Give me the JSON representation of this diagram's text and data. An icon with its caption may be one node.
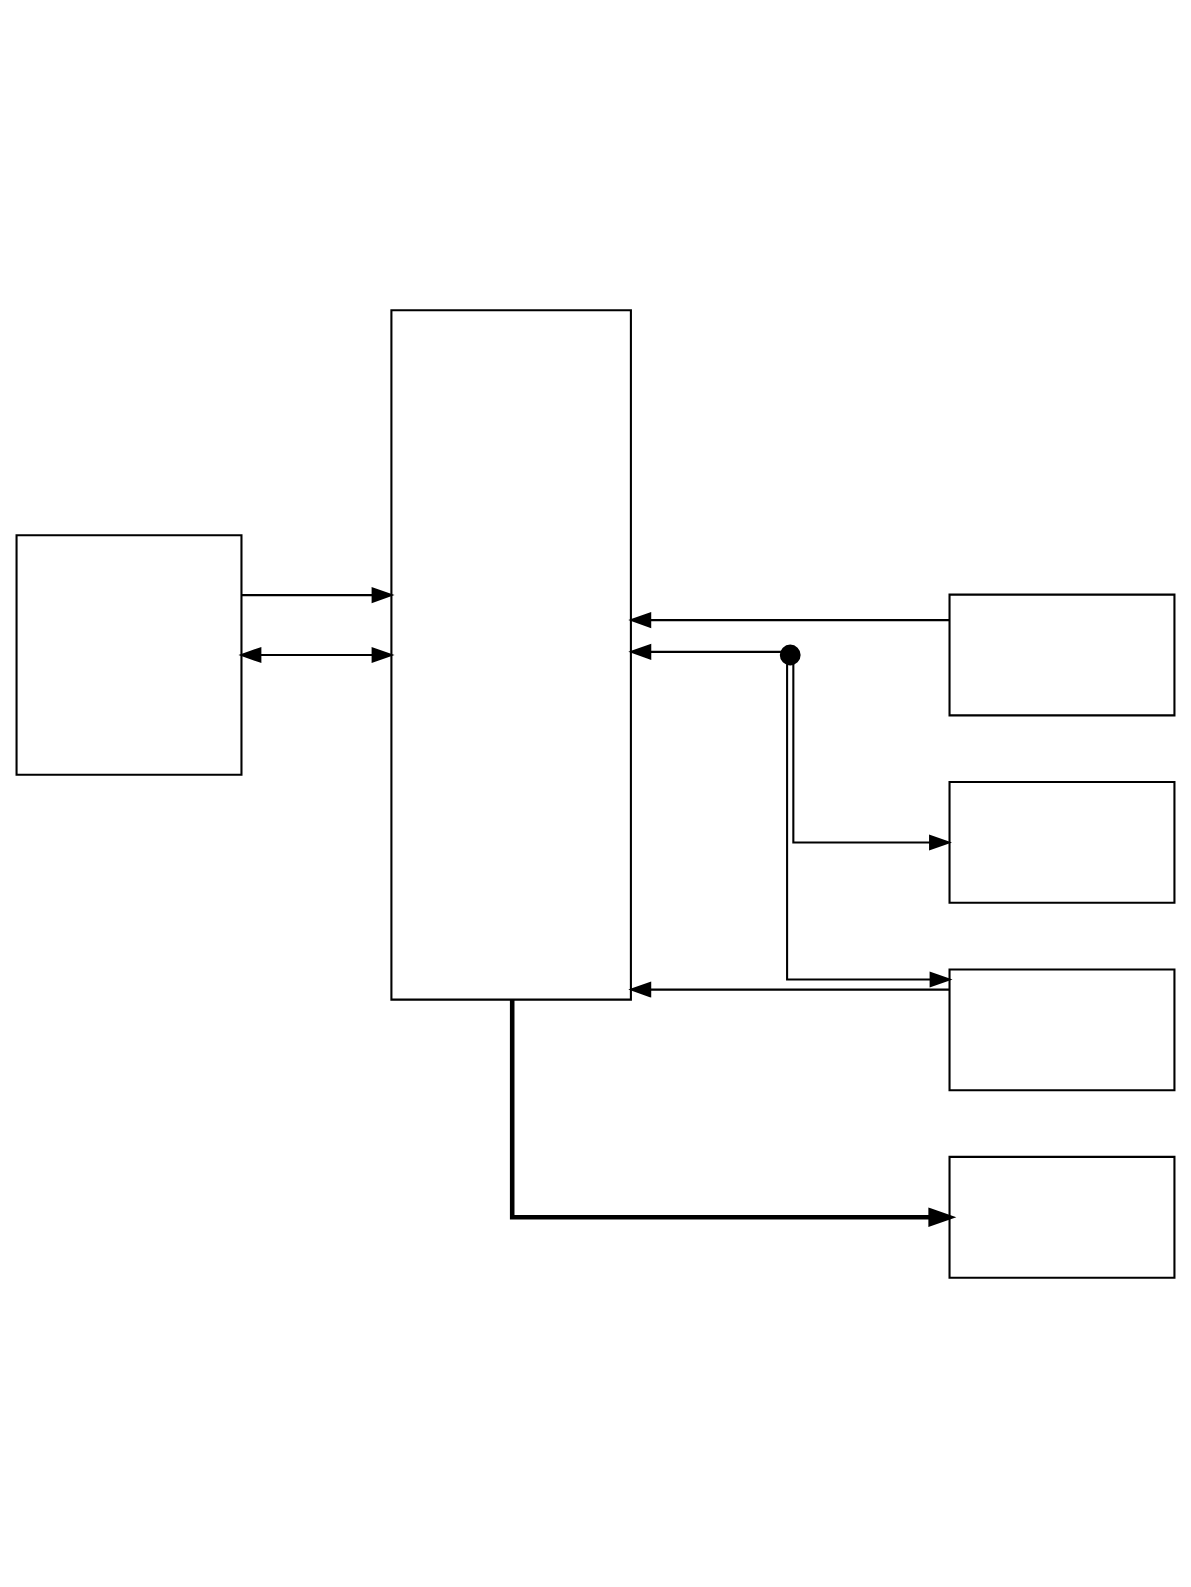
{
  "diagram": {
    "nodes": [
      {
        "text": [],
        "shape": "box"
      },
      {
        "text": [],
        "shape": "box"
      },
      {
        "text": [],
        "shape": "box"
      },
      {
        "text": [],
        "shape": "box"
      },
      {
        "text": [],
        "shape": "box"
      },
      {
        "text": [],
        "shape": "box"
      },
      {
        "text": [],
        "shape": "circle"
      }
    ],
    "edges": [
      {
        "from": 0,
        "to": 1,
        "arrow": "both"
      },
      {
        "from": 0,
        "to": 1,
        "arrow": "to"
      },
      {
        "from": 2,
        "to": 1,
        "arrow": "to"
      },
      {
        "from": 6,
        "to": 1,
        "arrow": "to"
      },
      {
        "from": 6,
        "to": 3,
        "arrow": "to"
      },
      {
        "from": 6,
        "to": 4,
        "arrow": "to"
      },
      {
        "from": 4,
        "to": 1,
        "arrow": "to"
      },
      {
        "from": 1,
        "to": 5,
        "arrow": "to",
        "style": "thick"
      }
    ]
  }
}
